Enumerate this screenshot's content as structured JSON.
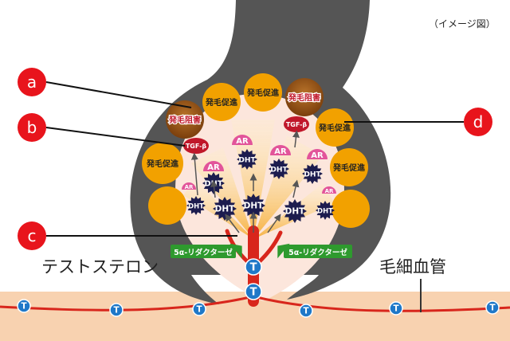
{
  "note": "（イメージ図）",
  "labels": {
    "testosterone": "テストステロン",
    "capillary": "毛細血管",
    "a": "a",
    "b": "b",
    "c": "c",
    "d": "d"
  },
  "cells": {
    "promote": "発毛促進",
    "inhibit": "発毛阻害",
    "tgf": "TGF-β",
    "ar": "AR",
    "dht": "DHT",
    "t": "T",
    "reductase": "5α-リダクターゼ"
  },
  "colors": {
    "hair_bulb": "#555555",
    "papilla": "#fce6dc",
    "promote_cell": "#f2a100",
    "inhibit_cell": "#8b4c12",
    "ar": "#e2549a",
    "dht": "#1c1c4e",
    "testosterone_badge": "#1f78c8",
    "vessel": "#d8261c",
    "skin": "#f8d2b0",
    "callout": "#e8141c",
    "reductase_label": "#2e9a2e",
    "tgf": "#c0172a"
  }
}
